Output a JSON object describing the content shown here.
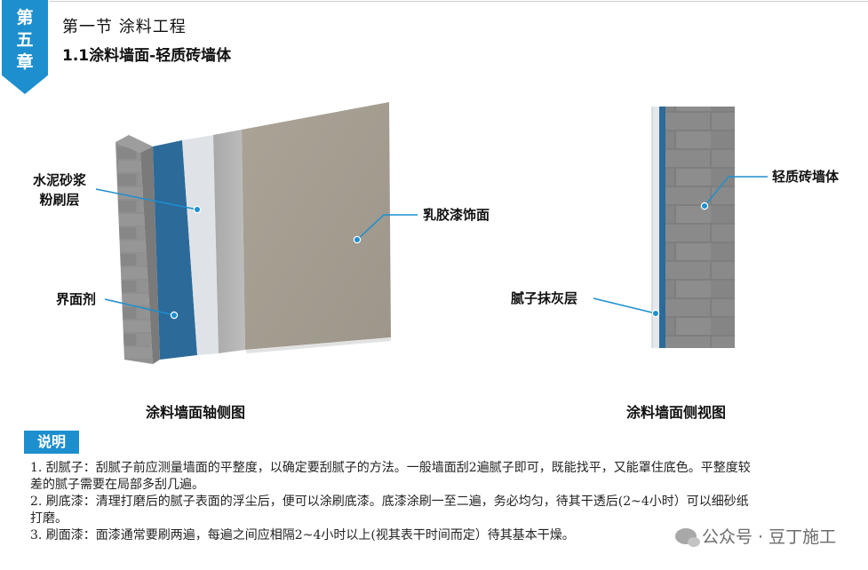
{
  "chapter": {
    "chars": [
      "第",
      "五",
      "章"
    ]
  },
  "header": {
    "section_title": "第一节  涂料工程",
    "sub_title": "1.1涂料墙面-轻质砖墙体"
  },
  "axonometric": {
    "caption": "涂料墙面轴侧图",
    "labels": {
      "mortar_line1": "水泥砂浆",
      "mortar_line2": "粉刷层",
      "interface_agent": "界面剂",
      "latex_finish": "乳胶漆饰面"
    }
  },
  "side_view": {
    "caption": "涂料墙面侧视图",
    "labels": {
      "block_wall": "轻质砖墙体",
      "putty_layer": "腻子抹灰层"
    }
  },
  "notes": {
    "label": "说明",
    "items": [
      "1. 刮腻子：刮腻子前应测量墙面的平整度，以确定要刮腻子的方法。一般墙面刮2遍腻子即可，既能找平，又能罩住底色。平整度较差的腻子需要在局部多刮几遍。",
      "2. 刷底漆：清理打磨后的腻子表面的浮尘后，便可以涂刷底漆。底漆涂刷一至二遍，务必均匀，待其干透后(2~4小时）可以细砂纸打磨。",
      "3. 刷面漆：面漆通常要刷两遍，每遍之间应相隔2~4小时以上(视其表干时间而定）待其基本干燥。"
    ]
  },
  "watermark": {
    "text": "公众号 · 豆丁施工"
  },
  "colors": {
    "accent": "#1d8fce",
    "blue_layer": "#2c6a9a",
    "brick": "#8c8c8c",
    "latex": "#a49c8f"
  }
}
